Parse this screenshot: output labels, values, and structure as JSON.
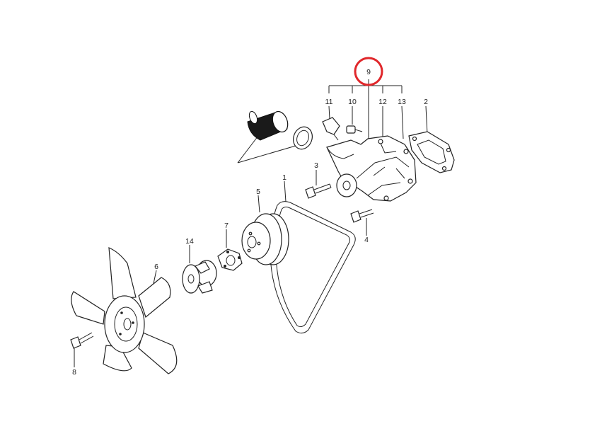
{
  "callouts": {
    "c1": "1",
    "c2": "2",
    "c3": "3",
    "c4": "4",
    "c5": "5",
    "c6": "6",
    "c7": "7",
    "c8": "8",
    "c9": "9",
    "c10": "10",
    "c11": "11",
    "c12": "12",
    "c13": "13",
    "c14": "14"
  },
  "highlight": {
    "target": "9",
    "color": "#e0272b"
  }
}
